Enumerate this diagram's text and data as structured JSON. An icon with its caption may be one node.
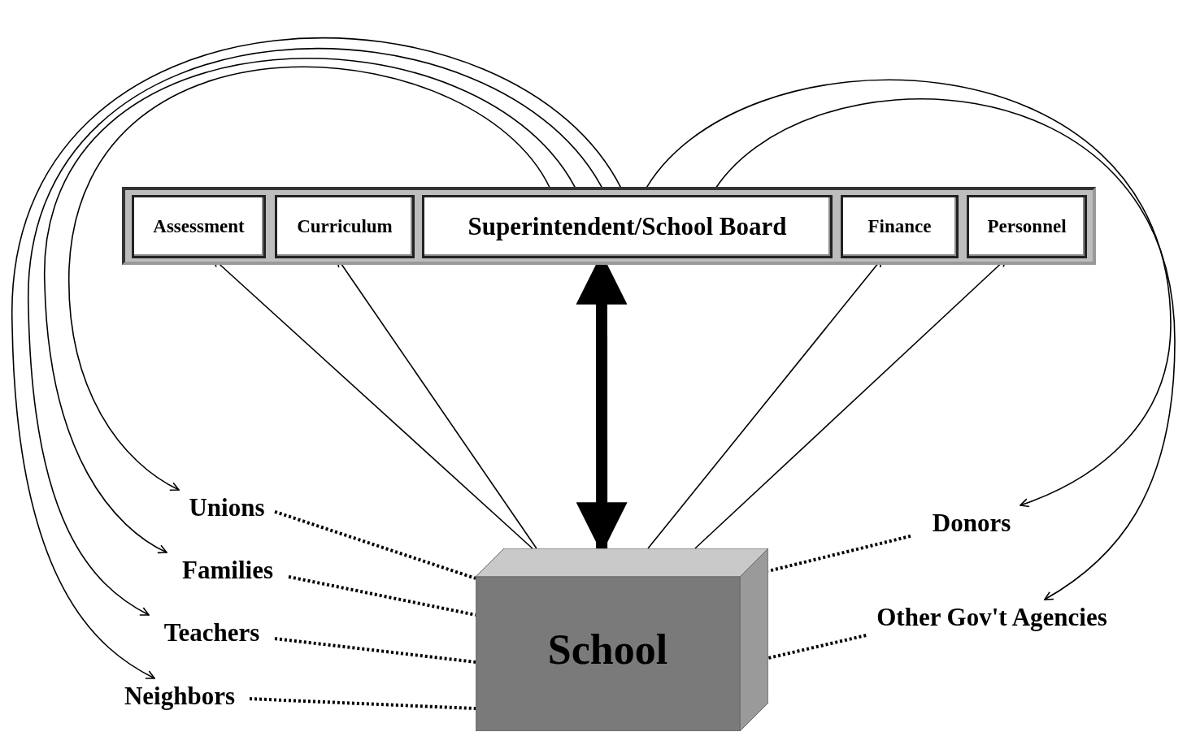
{
  "diagram": {
    "nodes": [
      {
        "text": [],
        "shape": "box"
      },
      {
        "text": [
          "Assessment"
        ],
        "in": 0
      },
      {
        "text": [
          "Curriculum"
        ],
        "in": 0
      },
      {
        "text": [
          "Superintendent/School Board"
        ],
        "in": 0
      },
      {
        "text": [
          "Finance"
        ],
        "in": 0
      },
      {
        "text": [
          "Personnel"
        ],
        "in": 0
      },
      {
        "text": [
          "Unions"
        ]
      },
      {
        "text": [
          "Families"
        ]
      },
      {
        "text": [
          "Teachers"
        ]
      },
      {
        "text": [
          "Neighbors"
        ]
      },
      {
        "text": [
          "Donors"
        ]
      },
      {
        "text": [
          "Other Gov't Agencies"
        ]
      },
      {
        "text": [
          "School"
        ]
      }
    ],
    "edges": [
      {
        "from": 12,
        "to": 1,
        "arrow": "to"
      },
      {
        "from": 12,
        "to": 2,
        "arrow": "to"
      },
      {
        "from": 12,
        "to": 3,
        "arrow": "both",
        "style": "thick"
      },
      {
        "from": 12,
        "to": 4,
        "arrow": "to"
      },
      {
        "from": 12,
        "to": 5,
        "arrow": "to"
      },
      {
        "from": 3,
        "to": 6,
        "arrow": "to"
      },
      {
        "from": 3,
        "to": 7,
        "arrow": "to"
      },
      {
        "from": 3,
        "to": 8,
        "arrow": "to"
      },
      {
        "from": 3,
        "to": 9,
        "arrow": "to"
      },
      {
        "from": 3,
        "to": 10,
        "arrow": "to"
      },
      {
        "from": 3,
        "to": 11,
        "arrow": "to"
      },
      {
        "from": 6,
        "to": 12,
        "arrow": "none",
        "style": "dashed"
      },
      {
        "from": 7,
        "to": 12,
        "arrow": "none",
        "style": "dashed"
      },
      {
        "from": 8,
        "to": 12,
        "arrow": "none",
        "style": "dashed"
      },
      {
        "from": 9,
        "to": 12,
        "arrow": "none",
        "style": "dashed"
      },
      {
        "from": 10,
        "to": 12,
        "arrow": "none",
        "style": "dashed"
      },
      {
        "from": 11,
        "to": 12,
        "arrow": "none",
        "style": "dashed"
      }
    ]
  }
}
